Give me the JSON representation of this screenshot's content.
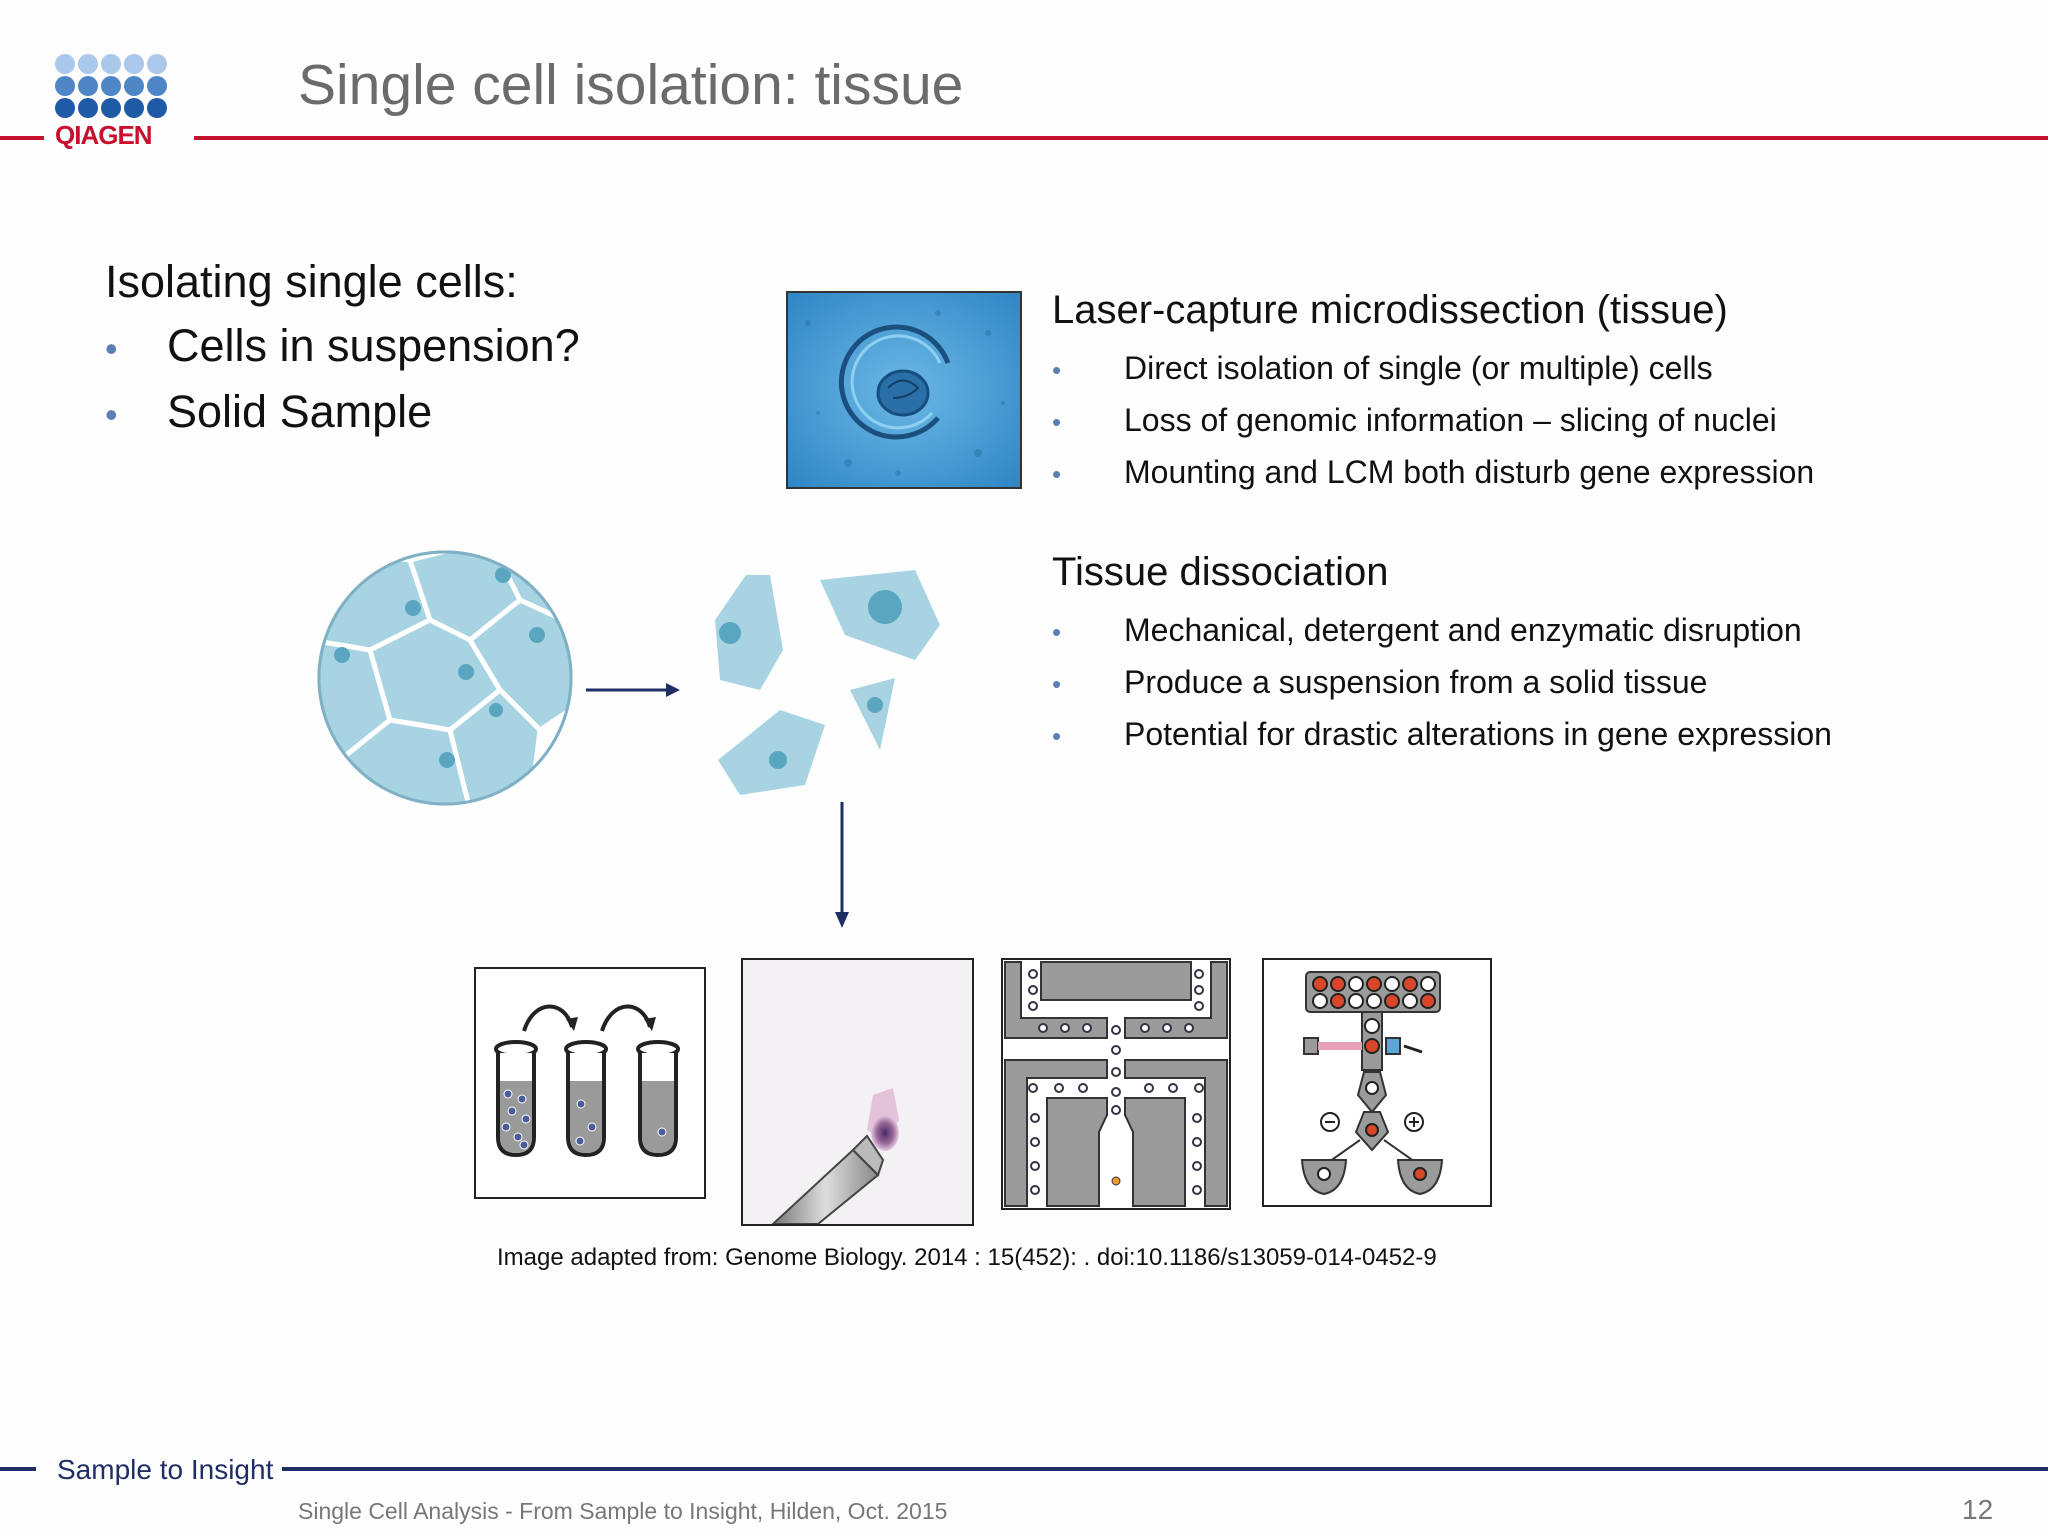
{
  "header": {
    "title": "Single cell isolation: tissue",
    "logo_text": "QIAGEN"
  },
  "left": {
    "heading": "Isolating single cells:",
    "bullets": [
      "Cells in suspension?",
      "Solid Sample"
    ]
  },
  "sections": [
    {
      "heading": "Laser-capture microdissection (tissue)",
      "bullets": [
        "Direct isolation of single (or multiple) cells",
        "Loss of genomic information – slicing of nuclei",
        "Mounting and LCM both disturb gene expression"
      ]
    },
    {
      "heading": "Tissue dissociation",
      "bullets": [
        "Mechanical, detergent and enzymatic disruption",
        "Produce a suspension from a solid tissue",
        "Potential for drastic alterations in gene expression"
      ]
    }
  ],
  "citation": "Image adapted from: Genome Biology. 2014 : 15(452): . doi:10.1186/s13059-014-0452-9",
  "footer": {
    "brand": "Sample to Insight",
    "text": "Single Cell Analysis - From Sample to Insight, Hilden, Oct. 2015",
    "page_number": "12"
  },
  "colors": {
    "brand_red": "#c8102e",
    "brand_navy": "#1f2f66",
    "cell_blue": "#a7d3e2",
    "bullet_blue": "#5a7fb0"
  }
}
